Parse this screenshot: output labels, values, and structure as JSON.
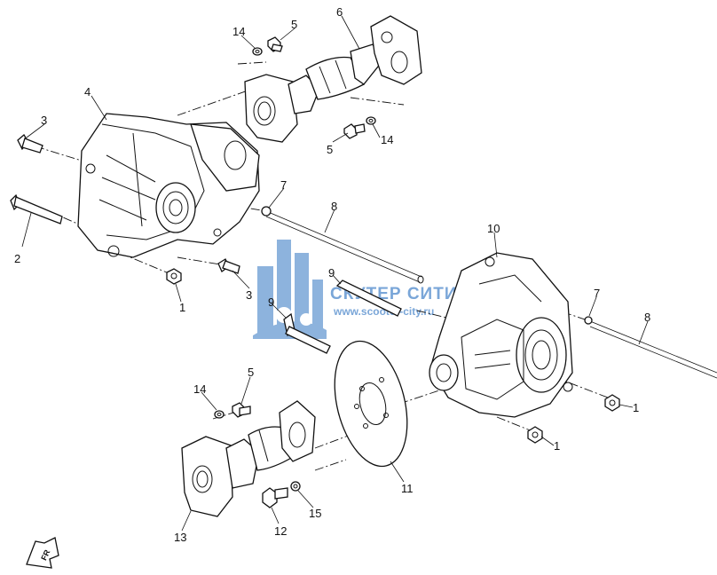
{
  "diagram": {
    "callouts": [
      {
        "id": "c1a",
        "text": "1"
      },
      {
        "id": "c1b",
        "text": "1"
      },
      {
        "id": "c1c",
        "text": "1"
      },
      {
        "id": "c2",
        "text": "2"
      },
      {
        "id": "c3a",
        "text": "3"
      },
      {
        "id": "c3b",
        "text": "3"
      },
      {
        "id": "c4",
        "text": "4"
      },
      {
        "id": "c5a",
        "text": "5"
      },
      {
        "id": "c5b",
        "text": "5"
      },
      {
        "id": "c5c",
        "text": "5"
      },
      {
        "id": "c6",
        "text": "6"
      },
      {
        "id": "c7a",
        "text": "7"
      },
      {
        "id": "c7b",
        "text": "7"
      },
      {
        "id": "c8a",
        "text": "8"
      },
      {
        "id": "c8b",
        "text": "8"
      },
      {
        "id": "c9a",
        "text": "9"
      },
      {
        "id": "c9b",
        "text": "9"
      },
      {
        "id": "c10",
        "text": "10"
      },
      {
        "id": "c11",
        "text": "11"
      },
      {
        "id": "c12",
        "text": "12"
      },
      {
        "id": "c13",
        "text": "13"
      },
      {
        "id": "c14a",
        "text": "14"
      },
      {
        "id": "c14b",
        "text": "14"
      },
      {
        "id": "c14c",
        "text": "14"
      },
      {
        "id": "c15",
        "text": "15"
      }
    ],
    "direction_arrow_label": "FR",
    "watermark": {
      "title": "СКУТЕР СИТИ",
      "url": "www.scooter-city.ru",
      "color": "#7aa6d8"
    }
  }
}
